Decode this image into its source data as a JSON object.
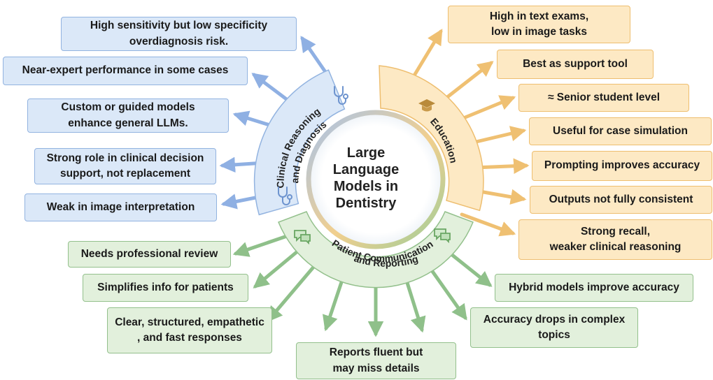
{
  "center_title": "Large\nLanguage\nModels in\nDentistry",
  "segments": {
    "clinical": "Clinical Reasoning\nand Diagnosis",
    "education": "Education",
    "patient": "Patient Communication\nand Reporting"
  },
  "clinical_items": [
    "High sensitivity but low specificity\noverdiagnosis risk.",
    "Near-expert performance in some cases",
    "Custom or guided models\nenhance general LLMs.",
    "Strong role in clinical decision\nsupport, not replacement",
    "Weak in image interpretation"
  ],
  "education_items": [
    "High in text exams,\nlow in image tasks",
    "Best as support tool",
    "≈ Senior student level",
    "Useful for case simulation",
    "Prompting improves accuracy",
    "Outputs not fully consistent",
    "Strong recall,\nweaker clinical reasoning"
  ],
  "patient_items": [
    "Needs professional review",
    "Simplifies info for patients",
    "Clear, structured, empathetic\n, and fast responses",
    "Reports fluent but\nmay miss details",
    "Accuracy drops in complex\ntopics",
    "Hybrid models improve accuracy"
  ],
  "colors": {
    "blue_fill": "#dbe8f8",
    "blue_border": "#92b3e0",
    "blue_arrow": "#8fb0e3",
    "orange_fill": "#fde9c4",
    "orange_border": "#eebe6f",
    "orange_arrow": "#efc072",
    "green_fill": "#e2f0dc",
    "green_border": "#93c08c",
    "green_arrow": "#8fc08a"
  },
  "icons": [
    "stethoscope-icon",
    "stethoscope-icon",
    "graduation-cap-icon",
    "speech-bubbles-icon",
    "speech-bubbles-icon"
  ]
}
